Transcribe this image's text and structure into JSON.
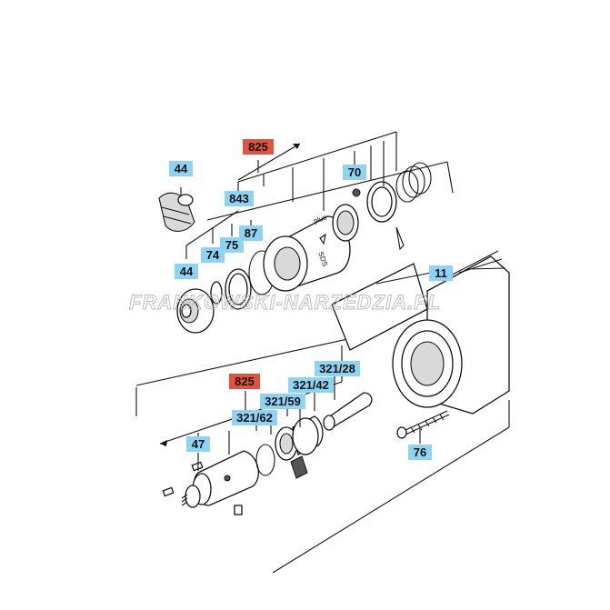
{
  "watermark": "FRANKOWSKI-NARZEDZIA.PL",
  "embossed": {
    "plus": "plus",
    "sds": "SDS"
  },
  "labels": {
    "top_assembly": "825",
    "bottom_assembly": "825",
    "p44_top": "44",
    "p44_bottom": "44",
    "p843": "843",
    "p87": "87",
    "p75": "75",
    "p74": "74",
    "p70": "70",
    "p11": "11",
    "p321_28": "321/28",
    "p321_42": "321/42",
    "p321_59": "321/59",
    "p321_62": "321/62",
    "p47": "47",
    "p76": "76"
  },
  "colors": {
    "label_blue": "#8fd3f4",
    "label_red": "#e0533f",
    "line": "#111111"
  }
}
